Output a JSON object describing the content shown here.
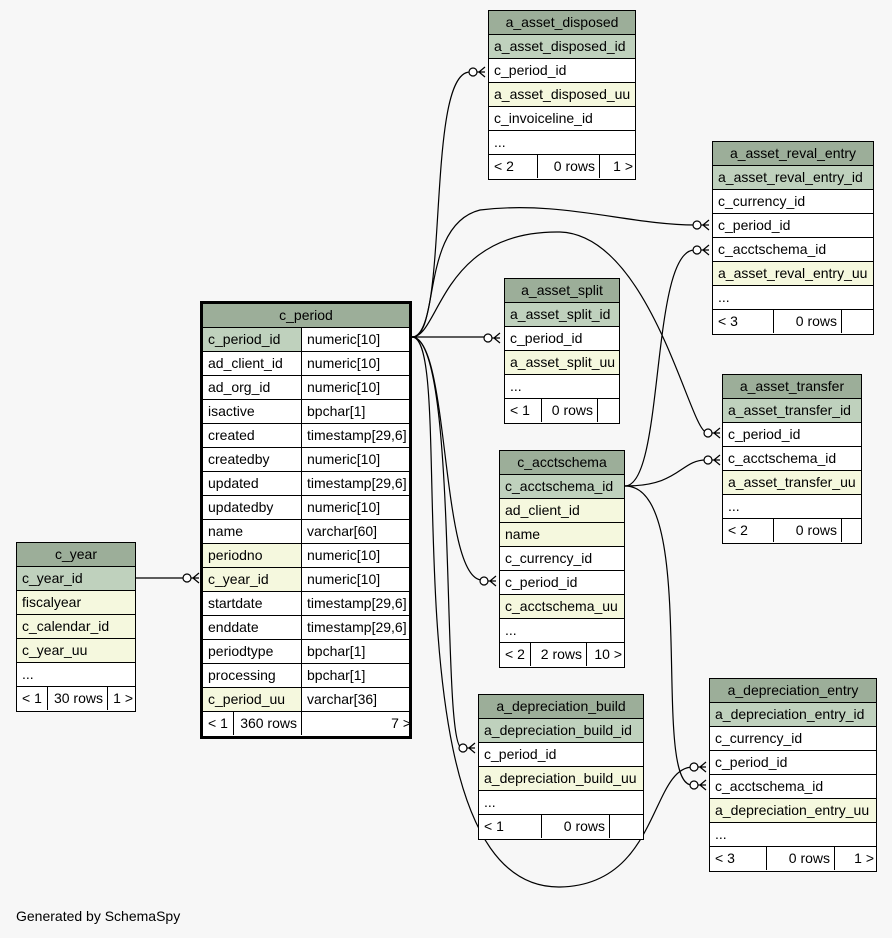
{
  "tables": {
    "a_asset_disposed": {
      "name": "a_asset_disposed",
      "cols": [
        {
          "n": "a_asset_disposed_id",
          "k": "pk"
        },
        {
          "n": "c_period_id",
          "k": "plain"
        },
        {
          "n": "a_asset_disposed_uu",
          "k": "uu"
        },
        {
          "n": "c_invoiceline_id",
          "k": "plain"
        },
        {
          "n": "...",
          "k": "plain"
        }
      ],
      "footer": [
        "< 2",
        "0 rows",
        "1 >"
      ]
    },
    "a_asset_reval_entry": {
      "name": "a_asset_reval_entry",
      "cols": [
        {
          "n": "a_asset_reval_entry_id",
          "k": "pk"
        },
        {
          "n": "c_currency_id",
          "k": "plain"
        },
        {
          "n": "c_period_id",
          "k": "plain"
        },
        {
          "n": "c_acctschema_id",
          "k": "plain"
        },
        {
          "n": "a_asset_reval_entry_uu",
          "k": "uu"
        },
        {
          "n": "...",
          "k": "plain"
        }
      ],
      "footer": [
        "< 3",
        "0 rows",
        ""
      ]
    },
    "a_asset_split": {
      "name": "a_asset_split",
      "cols": [
        {
          "n": "a_asset_split_id",
          "k": "pk"
        },
        {
          "n": "c_period_id",
          "k": "plain"
        },
        {
          "n": "a_asset_split_uu",
          "k": "uu"
        },
        {
          "n": "...",
          "k": "plain"
        }
      ],
      "footer": [
        "< 1",
        "0 rows",
        ""
      ]
    },
    "a_asset_transfer": {
      "name": "a_asset_transfer",
      "cols": [
        {
          "n": "a_asset_transfer_id",
          "k": "pk"
        },
        {
          "n": "c_period_id",
          "k": "plain"
        },
        {
          "n": "c_acctschema_id",
          "k": "plain"
        },
        {
          "n": "a_asset_transfer_uu",
          "k": "uu"
        },
        {
          "n": "...",
          "k": "plain"
        }
      ],
      "footer": [
        "< 2",
        "0 rows",
        ""
      ]
    },
    "c_acctschema": {
      "name": "c_acctschema",
      "cols": [
        {
          "n": "c_acctschema_id",
          "k": "pk"
        },
        {
          "n": "ad_client_id",
          "k": "uu"
        },
        {
          "n": "name",
          "k": "uu"
        },
        {
          "n": "c_currency_id",
          "k": "plain"
        },
        {
          "n": "c_period_id",
          "k": "plain"
        },
        {
          "n": "c_acctschema_uu",
          "k": "uu"
        },
        {
          "n": "...",
          "k": "plain"
        }
      ],
      "footer": [
        "< 2",
        "2 rows",
        "10 >"
      ]
    },
    "c_period": {
      "name": "c_period",
      "cols": [
        {
          "n": "c_period_id",
          "t": "numeric[10]",
          "k": "pk"
        },
        {
          "n": "ad_client_id",
          "t": "numeric[10]",
          "k": "plain"
        },
        {
          "n": "ad_org_id",
          "t": "numeric[10]",
          "k": "plain"
        },
        {
          "n": "isactive",
          "t": "bpchar[1]",
          "k": "plain"
        },
        {
          "n": "created",
          "t": "timestamp[29,6]",
          "k": "plain"
        },
        {
          "n": "createdby",
          "t": "numeric[10]",
          "k": "plain"
        },
        {
          "n": "updated",
          "t": "timestamp[29,6]",
          "k": "plain"
        },
        {
          "n": "updatedby",
          "t": "numeric[10]",
          "k": "plain"
        },
        {
          "n": "name",
          "t": "varchar[60]",
          "k": "plain"
        },
        {
          "n": "periodno",
          "t": "numeric[10]",
          "k": "uu"
        },
        {
          "n": "c_year_id",
          "t": "numeric[10]",
          "k": "uu"
        },
        {
          "n": "startdate",
          "t": "timestamp[29,6]",
          "k": "plain"
        },
        {
          "n": "enddate",
          "t": "timestamp[29,6]",
          "k": "plain"
        },
        {
          "n": "periodtype",
          "t": "bpchar[1]",
          "k": "plain"
        },
        {
          "n": "processing",
          "t": "bpchar[1]",
          "k": "plain"
        },
        {
          "n": "c_period_uu",
          "t": "varchar[36]",
          "k": "uu"
        }
      ],
      "footer": [
        "< 1",
        "360 rows",
        "7 >"
      ]
    },
    "c_year": {
      "name": "c_year",
      "cols": [
        {
          "n": "c_year_id",
          "k": "pk"
        },
        {
          "n": "fiscalyear",
          "k": "uu"
        },
        {
          "n": "c_calendar_id",
          "k": "uu"
        },
        {
          "n": "c_year_uu",
          "k": "uu"
        },
        {
          "n": "...",
          "k": "plain"
        }
      ],
      "footer": [
        "< 1",
        "30 rows",
        "1 >"
      ]
    },
    "a_depreciation_build": {
      "name": "a_depreciation_build",
      "cols": [
        {
          "n": "a_depreciation_build_id",
          "k": "pk"
        },
        {
          "n": "c_period_id",
          "k": "plain"
        },
        {
          "n": "a_depreciation_build_uu",
          "k": "uu"
        },
        {
          "n": "...",
          "k": "plain"
        }
      ],
      "footer": [
        "< 1",
        "0 rows",
        ""
      ]
    },
    "a_depreciation_entry": {
      "name": "a_depreciation_entry",
      "cols": [
        {
          "n": "a_depreciation_entry_id",
          "k": "pk"
        },
        {
          "n": "c_currency_id",
          "k": "plain"
        },
        {
          "n": "c_period_id",
          "k": "plain"
        },
        {
          "n": "c_acctschema_id",
          "k": "plain"
        },
        {
          "n": "a_depreciation_entry_uu",
          "k": "uu"
        },
        {
          "n": "...",
          "k": "plain"
        }
      ],
      "footer": [
        "< 3",
        "0 rows",
        "1 >"
      ]
    }
  },
  "colors": {
    "header": "#9cae99",
    "pk": "#bfd1bd",
    "uu": "#f5f8de",
    "plain": "#ffffff",
    "background": "#f7f7f7"
  },
  "footer_note": "Generated by SchemaSpy"
}
